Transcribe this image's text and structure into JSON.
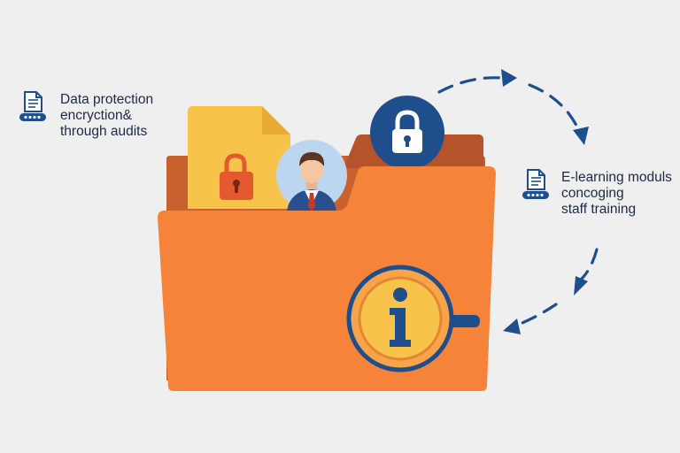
{
  "colors": {
    "background": "#efefef",
    "navy": "#1f4e8c",
    "folder_orange": "#f5843a",
    "folder_back": "#c9612f",
    "folder_back_dark": "#b5532a",
    "document_yellow": "#f8c34a",
    "document_fold": "#e9aa34",
    "padlock_red": "#e45a2e",
    "avatar_circle": "#bcd6ef",
    "text": "#1c2a44"
  },
  "left_note": {
    "icon": "document-icon",
    "badge_icon": "password-dots-icon",
    "lines": [
      "Data protection",
      "encryction&",
      "through audits"
    ]
  },
  "right_note": {
    "icon": "document-icon",
    "badge_icon": "password-dots-icon",
    "lines": [
      "E-learning moduls",
      "concoging",
      "staff training"
    ]
  },
  "illustration": {
    "folder": "folder-icon",
    "document": "document-icon",
    "document_lock": "padlock-icon",
    "avatar": "person-avatar-icon",
    "lock_badge": "padlock-icon",
    "magnifier": "magnifier-icon",
    "info": "info-icon",
    "cycle_arrows": "dashed-circular-arrow-icon"
  }
}
